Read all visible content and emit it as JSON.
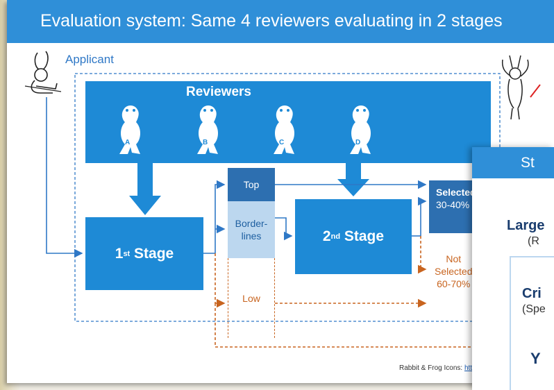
{
  "slide": {
    "title": "Evaluation system: Same 4 reviewers evaluating in 2 stages",
    "applicant_label": "Applicant",
    "reviewers_label": "Reviewers",
    "reviewer_letters": [
      "A",
      "B",
      "C",
      "D"
    ],
    "stage1": {
      "label": "1",
      "sup": "st",
      "suffix": " Stage"
    },
    "stage2": {
      "label": "2",
      "sup": "nd",
      "suffix": " Stage"
    },
    "tiers": {
      "top": "Top",
      "border": "Border-\nlines",
      "low": "Low"
    },
    "selected": {
      "line1": "Selected",
      "line2": "30-40%"
    },
    "not_selected": {
      "line1": "Not",
      "line2": "Selected",
      "line3": "60-70%"
    },
    "credit": {
      "text": "Rabbit & Frog Icons: ",
      "link": "htt"
    }
  },
  "overlay": {
    "header": "St",
    "large_line1": "Large",
    "large_line2": "(R",
    "card_line1": "Cri",
    "card_line2": "(Spe",
    "card_line3": "Y"
  },
  "colors": {
    "title_blue": "#2f8fd8",
    "box_blue": "#1e8ad6",
    "dark_blue": "#2d6fb0",
    "light_blue": "#bcd7ef",
    "orange": "#c8641f"
  },
  "icons": {
    "applicant": "rabbit-writing-icon",
    "reviewer": "frog-icon",
    "celebration": "rabbit-cheering-icon"
  }
}
